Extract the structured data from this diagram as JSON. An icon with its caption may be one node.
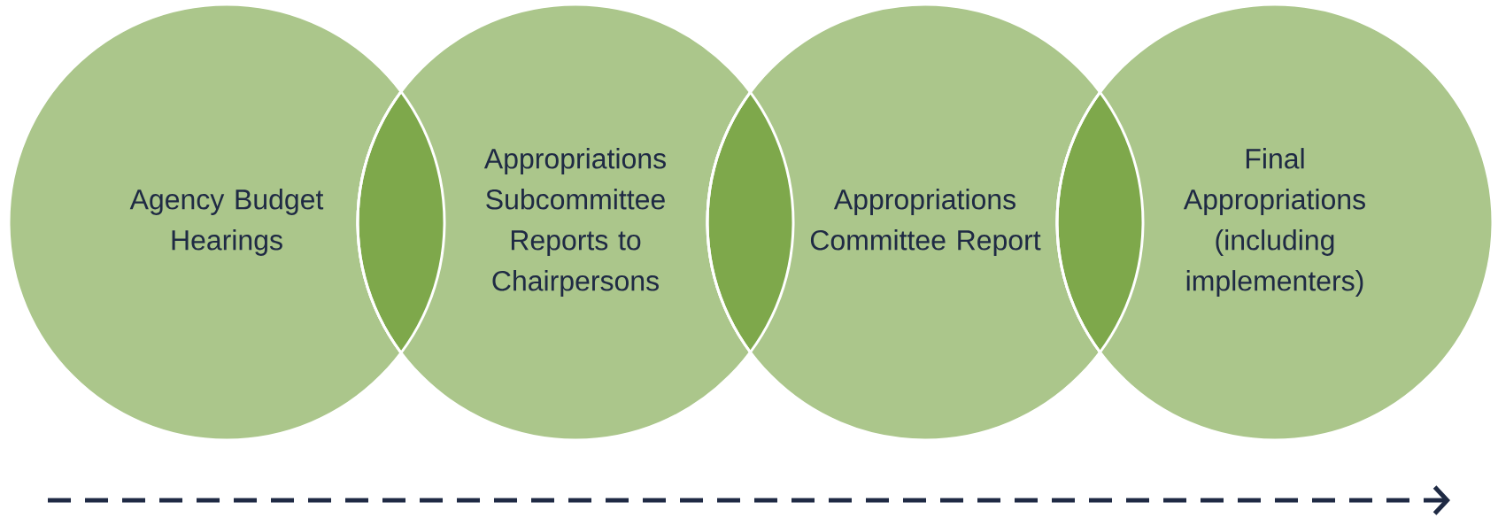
{
  "diagram": {
    "nodes": [
      {
        "text": [
          "Agency Budget Hearings"
        ]
      },
      {
        "text": [
          "Appropriations Subcommittee Reports to Chairpersons"
        ]
      },
      {
        "text": [
          "Appropriations Committee Report"
        ]
      },
      {
        "text": [
          "Final Appropriations (including implementers)"
        ]
      }
    ]
  }
}
